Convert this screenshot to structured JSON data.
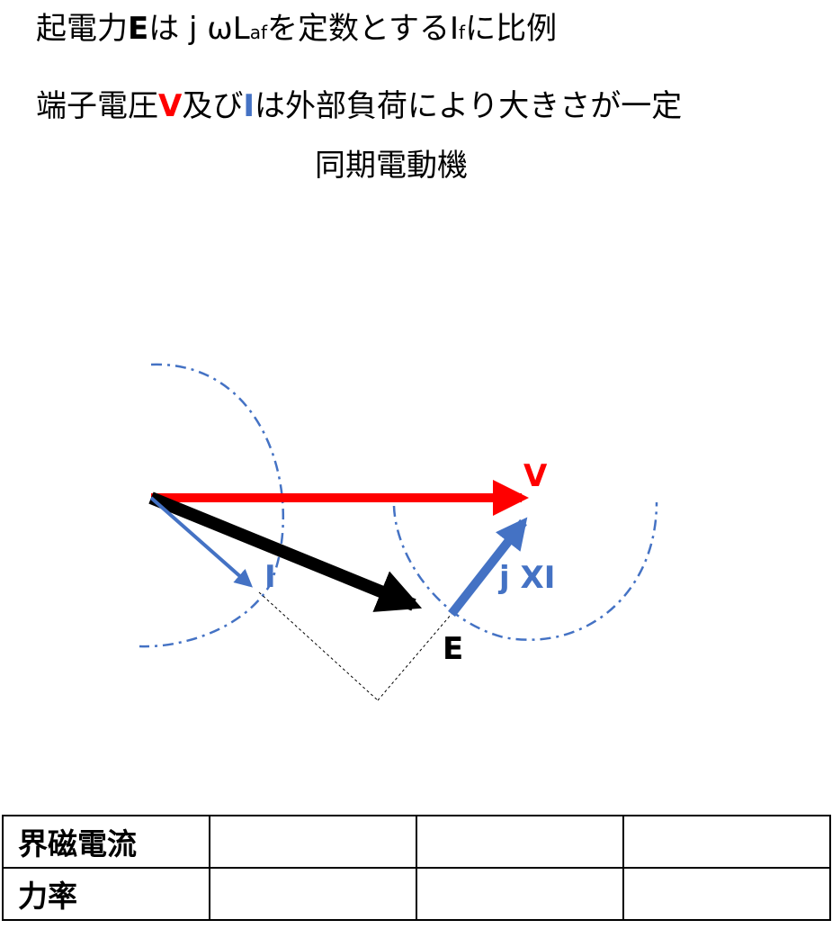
{
  "line1": {
    "part1": "起電力",
    "E": "E",
    "part2": "は j ωL",
    "af": "af",
    "part3": "を定数とするI",
    "f": "f",
    "part4": "に比例"
  },
  "line2": {
    "part1": "端子電圧",
    "V": "V",
    "part2": "及び",
    "I": "I",
    "part3": "は外部負荷により大きさが一定"
  },
  "line3": {
    "title": "同期電動機"
  },
  "diagram": {
    "labels": {
      "V": "V",
      "I": "I",
      "jXI": "j XI",
      "E": "E"
    }
  },
  "colors": {
    "red": "#ff0000",
    "blue": "#4472c4",
    "black": "#000000"
  },
  "table": {
    "rows": [
      {
        "header": "界磁電流",
        "cells": [
          "",
          "",
          ""
        ]
      },
      {
        "header": "力率",
        "cells": [
          "",
          "",
          ""
        ]
      }
    ]
  }
}
